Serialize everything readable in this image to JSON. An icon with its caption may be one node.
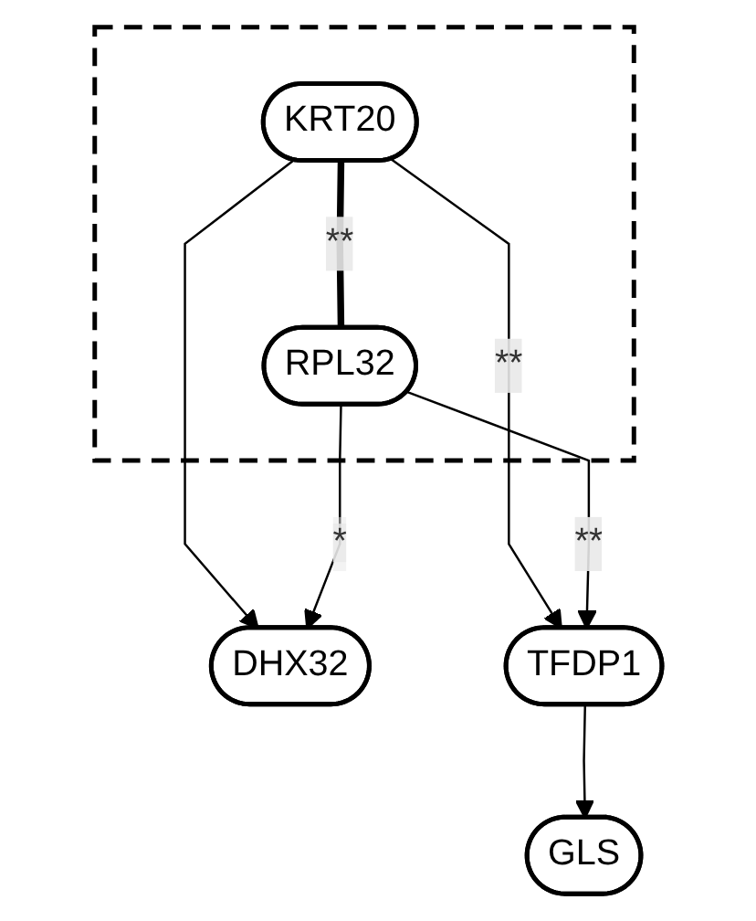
{
  "diagram": {
    "nodes": [
      {
        "text": [],
        "shape": "box"
      },
      {
        "text": [
          "KRT20"
        ],
        "in": 0
      },
      {
        "text": [
          "RPL32"
        ],
        "in": 0
      },
      {
        "text": [
          "DHX32"
        ]
      },
      {
        "text": [
          "TFDP1"
        ]
      },
      {
        "text": [
          "GLS"
        ]
      }
    ],
    "edges": [
      {
        "from": 1,
        "to": 2,
        "arrow": "none",
        "label": "**",
        "style": "thick"
      },
      {
        "from": 1,
        "to": 3,
        "arrow": "to"
      },
      {
        "from": 2,
        "to": 3,
        "arrow": "to",
        "label": "*"
      },
      {
        "from": 1,
        "to": 4,
        "arrow": "to",
        "label": "**"
      },
      {
        "from": 2,
        "to": 4,
        "arrow": "to",
        "label": "**"
      },
      {
        "from": 4,
        "to": 5,
        "arrow": "to"
      }
    ]
  }
}
